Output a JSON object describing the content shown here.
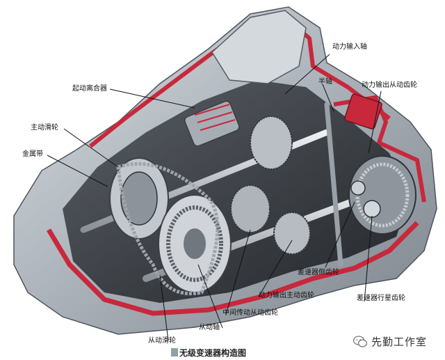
{
  "caption": "无级变速器构造图",
  "watermark": "先勤工作室",
  "labels": {
    "input_shaft": "动力输入轴",
    "start_clutch": "起动离合器",
    "half_shaft": "半轴",
    "output_driven_gear": "动力输出从动齿轮",
    "drive_pulley": "主动滑轮",
    "metal_belt": "金属带",
    "diff_side_gear": "差速器侧齿轮",
    "output_drive_gear": "动力输出主动齿轮",
    "diff_planet_gear": "差速器行星齿轮",
    "intermediate_driven_gear": "中间传动从动齿轮",
    "driven_shaft": "从动轴",
    "driven_pulley": "从动滑轮"
  },
  "colors": {
    "housing": "#b9bfc6",
    "housing_dark": "#6d747c",
    "cutaway_red": "#c8283c",
    "internal_dark": "#3a3e44"
  }
}
